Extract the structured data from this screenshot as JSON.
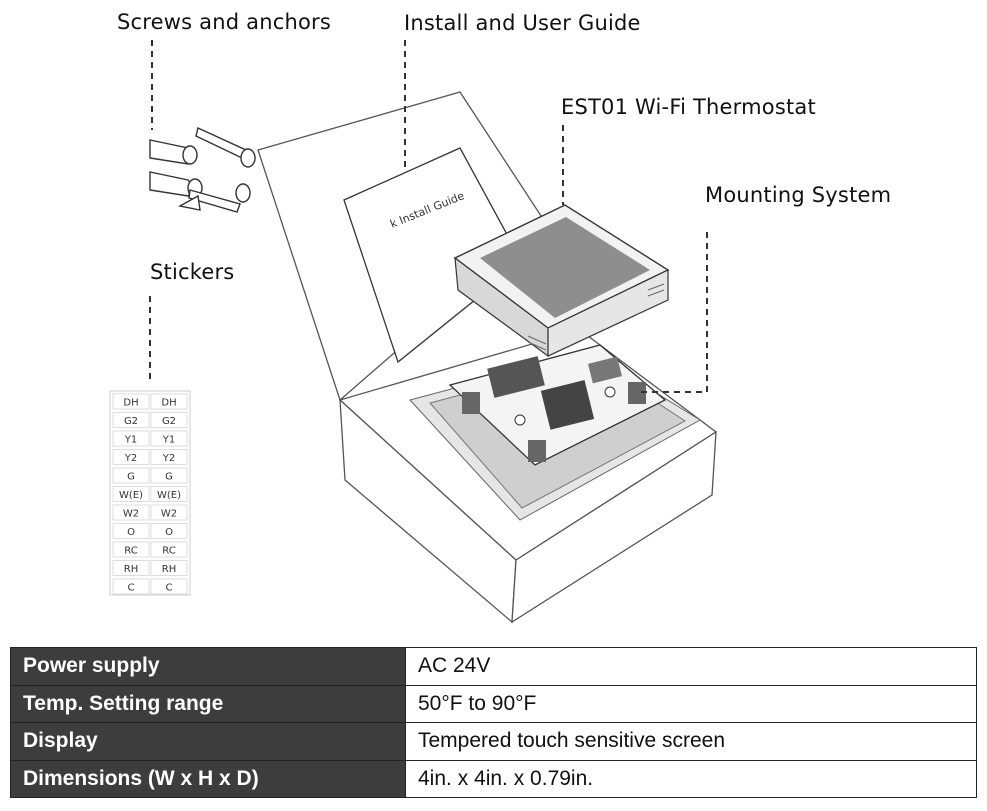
{
  "callouts": {
    "screws": "Screws and anchors",
    "guide": "Install and User Guide",
    "thermostat": "EST01 Wi-Fi Thermostat",
    "mounting": "Mounting System",
    "stickers": "Stickers"
  },
  "guide_cover_text": "k Install Guide",
  "stickers": [
    [
      "DH",
      "DH"
    ],
    [
      "G2",
      "G2"
    ],
    [
      "Y1",
      "Y1"
    ],
    [
      "Y2",
      "Y2"
    ],
    [
      "G",
      "G"
    ],
    [
      "W(E)",
      "W(E)"
    ],
    [
      "W2",
      "W2"
    ],
    [
      "O",
      "O"
    ],
    [
      "RC",
      "RC"
    ],
    [
      "RH",
      "RH"
    ],
    [
      "C",
      "C"
    ]
  ],
  "specs": [
    {
      "label": "Power supply",
      "value": "AC 24V"
    },
    {
      "label": "Temp. Setting range",
      "value": "50°F to 90°F"
    },
    {
      "label": "Display",
      "value": "Tempered touch sensitive screen"
    },
    {
      "label": "Dimensions (W x H x D)",
      "value": "4in. x 4in. x 0.79in."
    }
  ],
  "colors": {
    "header_bg": "#3d3d3d",
    "header_text": "#ffffff",
    "line": "#333333"
  }
}
